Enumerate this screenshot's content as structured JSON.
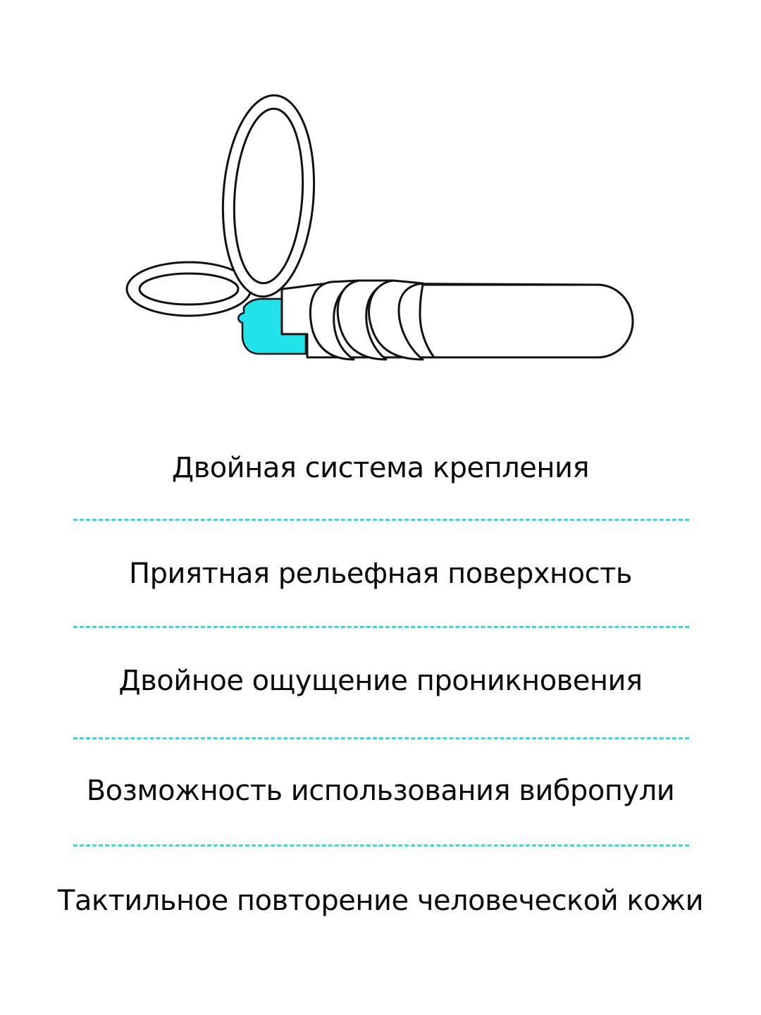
{
  "colors": {
    "accent": "#21E2E8",
    "divider": "#3BD5DD",
    "outline": "#111111",
    "text": "#0A0A0A",
    "background": "#FFFFFF"
  },
  "illustration": {
    "icon": "strap-on-ring-with-ribbed-shaft-icon"
  },
  "features": [
    {
      "label": "Двойная система крепления"
    },
    {
      "label": "Приятная рельефная поверхность"
    },
    {
      "label": "Двойное ощущение проникновения"
    },
    {
      "label": "Возможность использования вибропули"
    },
    {
      "label": "Тактильное повторение человеческой кожи"
    }
  ]
}
